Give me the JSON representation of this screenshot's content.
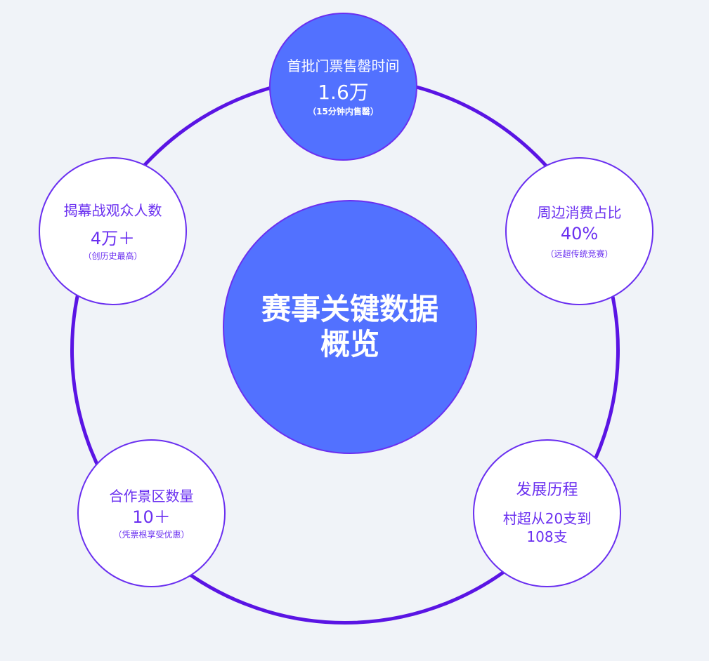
{
  "center": {
    "line1": "赛事关键数据",
    "line2": "概览"
  },
  "nodes": {
    "top": {
      "title": "首批门票售罄时间",
      "value": "1.6万",
      "note": "（15分钟内售罄）"
    },
    "left": {
      "title": "揭幕战观众人数",
      "value": "4万＋",
      "note": "（创历史最高）"
    },
    "right": {
      "title": "周边消费占比",
      "value": "40%",
      "note": "（远超传统竞赛）"
    },
    "bottom_left": {
      "title": "合作景区数量",
      "value": "10＋",
      "note": "（凭票根享受优惠）"
    },
    "bottom_right": {
      "title": "发展历程",
      "line1": "村超从20支到",
      "line2": "108支"
    }
  },
  "colors": {
    "ring": "#5a14e4",
    "accent": "#5271ff",
    "text": "#6a2ff0",
    "background": "#f0f3f8"
  }
}
